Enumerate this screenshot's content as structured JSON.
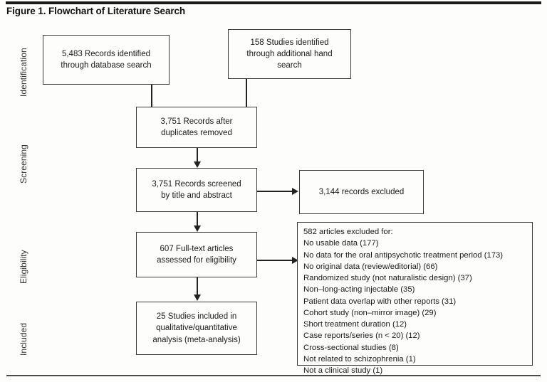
{
  "figure": {
    "title": "Figure 1. Flowchart of Literature Search"
  },
  "stages": [
    {
      "id": "identification",
      "label": "Identification"
    },
    {
      "id": "screening",
      "label": "Screening"
    },
    {
      "id": "eligibility",
      "label": "Eligibility"
    },
    {
      "id": "included",
      "label": "Included"
    }
  ],
  "nodes": {
    "database_search": {
      "text": "5,483 Records identified\nthrough database search"
    },
    "hand_search": {
      "text": "158 Studies identified\nthrough additional hand\nsearch"
    },
    "duplicates_removed": {
      "text": "3,751 Records after\nduplicates removed"
    },
    "records_screened": {
      "text": "3,751 Records screened\nby title and abstract"
    },
    "records_excluded": {
      "text": "3,144 records excluded"
    },
    "fulltext_assessed": {
      "text": "607 Full-text articles\nassessed for eligibility"
    },
    "studies_included": {
      "text": "25 Studies included in\nqualitative/quantitative\nanalysis (meta-analysis)"
    },
    "articles_excluded": {
      "heading": "582 articles excluded for:",
      "reasons": [
        "No usable data (177)",
        "No data for the oral antipsychotic treatment period (173)",
        "No original data (review/editorial) (66)",
        "Randomized study (not naturalistic design) (37)",
        "Non–long-acting injectable (35)",
        "Patient data overlap with other reports (31)",
        "Cohort study (non–mirror image) (29)",
        "Short treatment duration (12)",
        "Case reports/series (n < 20) (12)",
        "Cross-sectional studies (8)",
        "Not related to schizophrenia (1)",
        "Not a clinical study (1)"
      ],
      "text": "582 articles excluded for:\nNo usable data (177)\nNo data for the oral antipsychotic treatment period (173)\nNo original data (review/editorial) (66)\nRandomized study (not naturalistic design) (37)\nNon–long-acting injectable (35)\nPatient data overlap with other reports (31)\nCohort study (non–mirror image) (29)\nShort treatment duration (12)\nCase reports/series (n < 20) (12)\nCross-sectional studies (8)\nNot related to schizophrenia (1)\nNot a clinical study (1)"
    }
  },
  "colors": {
    "box_border": "#3a3a3a",
    "connector": "#222222",
    "rule": "#1a1a1a",
    "text": "#1a1a1a",
    "background": "#fdfdfc"
  }
}
